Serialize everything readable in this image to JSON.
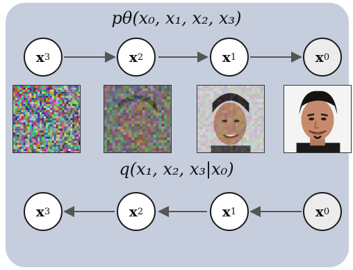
{
  "top_equation": "pθ(x₀, x₁, x₂, x₃)",
  "bottom_equation": "q(x₁, x₂, x₃|x₀)",
  "forward_chain": [
    {
      "id": "x3",
      "base": "x",
      "sub": "3"
    },
    {
      "id": "x2",
      "base": "x",
      "sub": "2"
    },
    {
      "id": "x1",
      "base": "x",
      "sub": "1"
    },
    {
      "id": "x0",
      "base": "x",
      "sub": "0"
    }
  ],
  "colors": {
    "panel": "#c6cede",
    "node_fill": "#ffffff",
    "observed_fill": "#ececec",
    "stroke": "#1a1a1a",
    "arrow": "#555555"
  }
}
